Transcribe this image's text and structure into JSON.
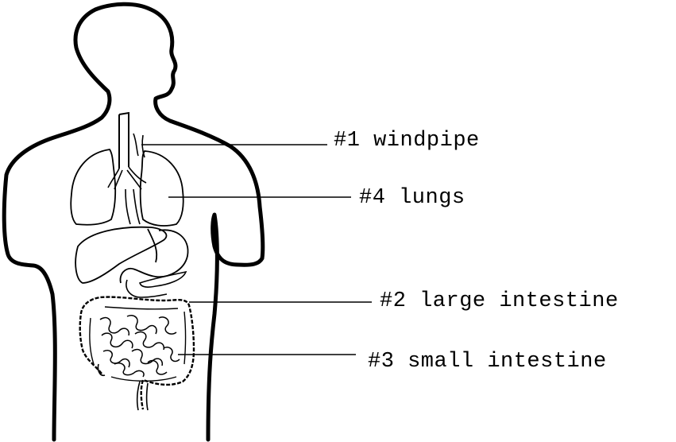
{
  "labels": {
    "windpipe": "#1 windpipe",
    "lungs": "#4 lungs",
    "large_intestine": "#2 large intestine",
    "small_intestine": "#3 small intestine"
  },
  "colors": {
    "ink": "#000000",
    "background": "#ffffff"
  }
}
